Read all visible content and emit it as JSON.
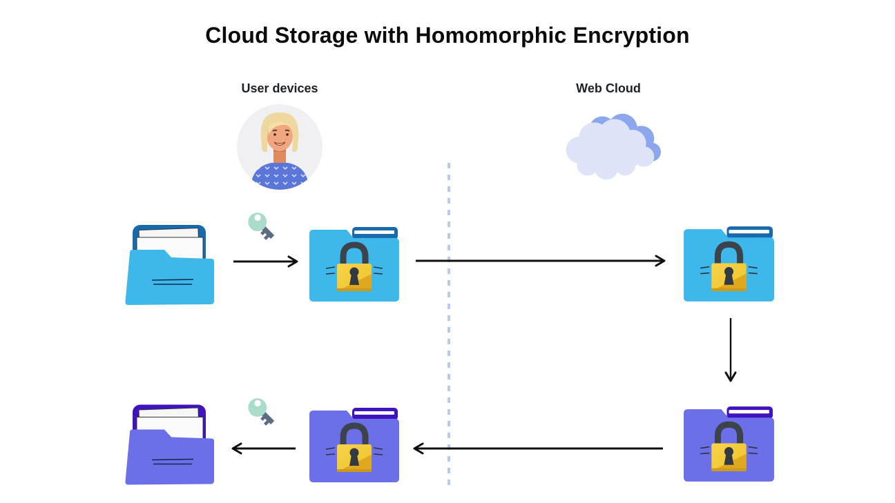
{
  "title": "Cloud Storage with Homomorphic Encryption",
  "lanes": {
    "user_devices": {
      "label": "User devices",
      "icon": "woman-avatar-icon"
    },
    "web_cloud": {
      "label": "Web Cloud",
      "icon": "cloud-icon"
    }
  },
  "flow_steps": [
    {
      "id": "plain-folder-user",
      "icon": "open-folder-documents-icon",
      "folder_color": "#3eb8eb",
      "lane": "user_devices",
      "row": "top"
    },
    {
      "id": "encrypt-key",
      "icon": "key-icon",
      "lane": "user_devices",
      "row": "top"
    },
    {
      "id": "encrypted-folder-user",
      "icon": "locked-folder-icon",
      "folder_color": "#3eb8eb",
      "lane": "user_devices",
      "row": "top"
    },
    {
      "id": "encrypted-folder-cloud",
      "icon": "locked-folder-icon",
      "folder_color": "#3eb8eb",
      "lane": "web_cloud",
      "row": "top"
    },
    {
      "id": "processed-folder-cloud",
      "icon": "locked-folder-icon",
      "folder_color": "#6b6fe8",
      "lane": "web_cloud",
      "row": "bottom"
    },
    {
      "id": "processed-folder-user",
      "icon": "locked-folder-icon",
      "folder_color": "#6b6fe8",
      "lane": "user_devices",
      "row": "bottom"
    },
    {
      "id": "decrypt-key",
      "icon": "key-icon",
      "lane": "user_devices",
      "row": "bottom"
    },
    {
      "id": "decrypted-folder-user",
      "icon": "open-folder-documents-icon",
      "folder_color": "#6b6fe8",
      "lane": "user_devices",
      "row": "bottom"
    }
  ],
  "connectors": [
    {
      "id": "arrow-encrypt",
      "direction": "right",
      "row": "top"
    },
    {
      "id": "arrow-upload-to-cloud",
      "direction": "right",
      "row": "top"
    },
    {
      "id": "arrow-cloud-processing",
      "direction": "down",
      "row": "middle"
    },
    {
      "id": "arrow-return-from-cloud",
      "direction": "left",
      "row": "bottom"
    },
    {
      "id": "arrow-decrypt",
      "direction": "left",
      "row": "bottom"
    },
    {
      "id": "lane-divider-dashed",
      "direction": "vertical",
      "style": "dashed"
    }
  ],
  "colors": {
    "background": "#ffffff",
    "folder_blue": "#3eb8eb",
    "folder_blue_dark": "#176bad",
    "folder_purple": "#6b6fe8",
    "folder_purple_dark": "#4113c0",
    "lock_body_gold": "#eec22a",
    "lock_shackle": "#3d434b",
    "key_head_mint": "#a9dcc9",
    "key_shaft_slate": "#5d6c85",
    "cloud_back": "#8da7ee",
    "cloud_front": "#dee3f8",
    "divider_dash": "#b9c9f0",
    "arrow": "#0f0f0f"
  }
}
